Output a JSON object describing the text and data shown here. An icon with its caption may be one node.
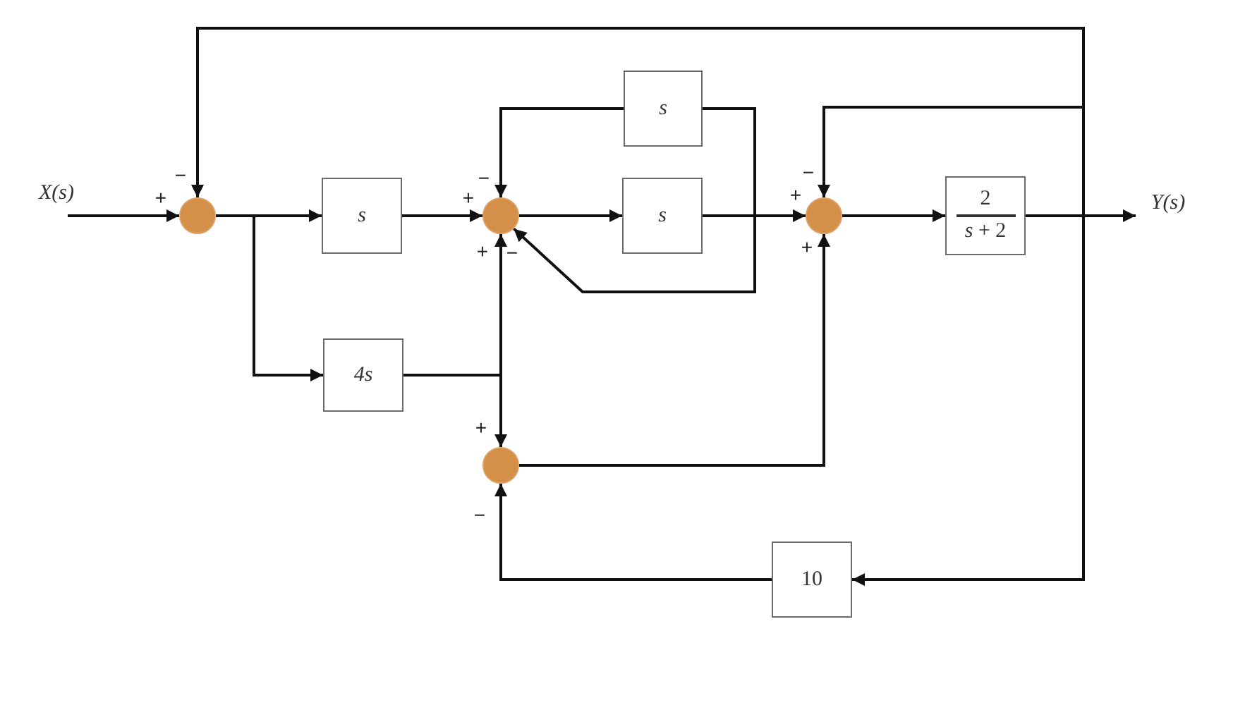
{
  "diagram": {
    "nodes": [
      {
        "text": [
          "X(s)"
        ]
      },
      {
        "text": [],
        "shape": "circle"
      },
      {
        "text": [
          "s"
        ]
      },
      {
        "text": [
          "4s"
        ]
      },
      {
        "text": [],
        "shape": "circle"
      },
      {
        "text": [
          "s"
        ]
      },
      {
        "text": [
          "s"
        ]
      },
      {
        "text": [],
        "shape": "circle"
      },
      {
        "text": [
          "2",
          "*s* + 2"
        ]
      },
      {
        "text": [
          "Y(s)"
        ]
      },
      {
        "text": [],
        "shape": "circle"
      },
      {
        "text": [
          "10"
        ]
      }
    ],
    "edges": [
      {
        "from": 0,
        "to": 1,
        "arrow": "to"
      },
      {
        "from": 1,
        "to": 2,
        "arrow": "to"
      },
      {
        "from": 1,
        "to": 3,
        "arrow": "to"
      },
      {
        "from": 2,
        "to": 4,
        "arrow": "to"
      },
      {
        "from": 3,
        "to": 4,
        "arrow": "to"
      },
      {
        "from": 3,
        "to": 10,
        "arrow": "to"
      },
      {
        "from": 4,
        "to": 6,
        "arrow": "to"
      },
      {
        "from": 6,
        "to": 7,
        "arrow": "to"
      },
      {
        "from": 6,
        "to": 5,
        "arrow": "none"
      },
      {
        "from": 5,
        "to": 4,
        "arrow": "to"
      },
      {
        "from": 6,
        "to": 4,
        "arrow": "to"
      },
      {
        "from": 7,
        "to": 8,
        "arrow": "to"
      },
      {
        "from": 8,
        "to": 9,
        "arrow": "to"
      },
      {
        "from": 8,
        "to": 1,
        "arrow": "to"
      },
      {
        "from": 8,
        "to": 7,
        "arrow": "to"
      },
      {
        "from": 8,
        "to": 11,
        "arrow": "to"
      },
      {
        "from": 11,
        "to": 10,
        "arrow": "to"
      },
      {
        "from": 10,
        "to": 7,
        "arrow": "to"
      }
    ],
    "labels": [
      "−",
      "+",
      "−",
      "+",
      "+",
      "−",
      "−",
      "+",
      "+",
      "+",
      "−"
    ]
  }
}
